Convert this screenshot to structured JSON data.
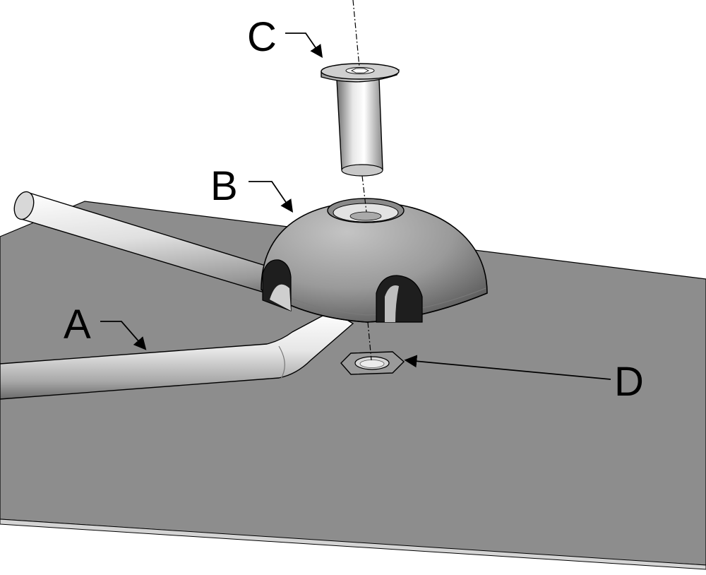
{
  "callouts": {
    "a": {
      "label": "A"
    },
    "b": {
      "label": "B"
    },
    "c": {
      "label": "C"
    },
    "d": {
      "label": "D"
    }
  },
  "colors": {
    "plate": "#8c8c8c",
    "plate_edge": "#d0d0d0",
    "rod_light": "#f4f4f4",
    "rod_mid": "#c9c9c9",
    "rod_dark": "#6f6f6f",
    "dome_light": "#b8b8b8",
    "dome_dark": "#5e5e5e",
    "outline": "#000000"
  }
}
